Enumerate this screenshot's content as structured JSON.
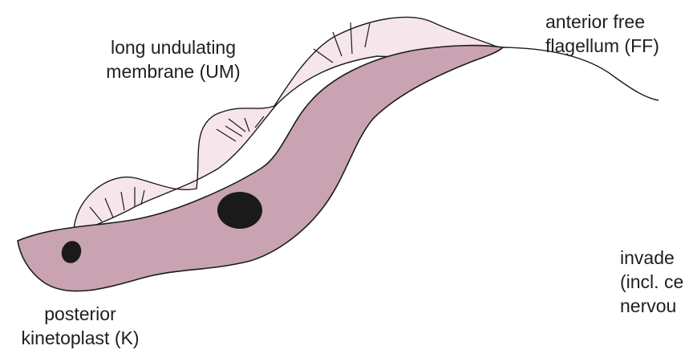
{
  "labels": {
    "undulating_membrane": [
      "long undulating",
      "membrane (UM)"
    ],
    "flagellum": [
      "anterior free",
      "flagellum (FF)"
    ],
    "kinetoplast": [
      "posterior",
      "kinetoplast (K)"
    ],
    "invades": [
      "invade",
      "(incl. ce",
      "nervou"
    ]
  },
  "colors": {
    "body_fill": "#c9a3b2",
    "membrane_fill": "#f6e6ec",
    "outline": "#1c1c1c",
    "nucleus": "#1a1a1a"
  }
}
